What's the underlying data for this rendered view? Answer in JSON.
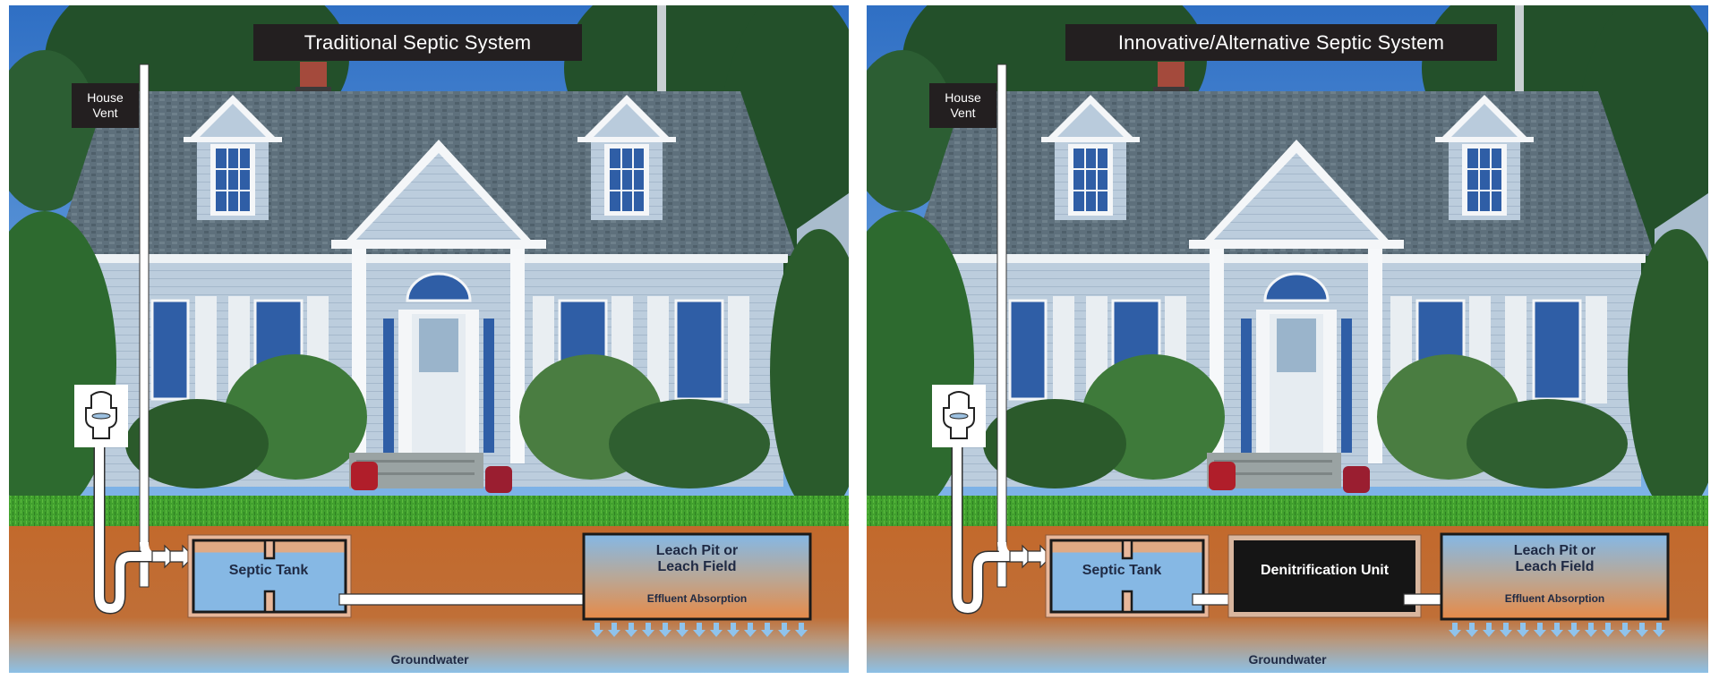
{
  "colors": {
    "sky": "#3b7fd0",
    "roof": "#5d6f7a",
    "siding": "#b9cbdc",
    "trim": "#f4f6f8",
    "grass": "#3f9a2d",
    "soil": "#c1692e",
    "groundwater": "#8fbde0",
    "tank_water": "#86b8e4",
    "tank_sludge": "#e0aa84",
    "label_dark": "#231f20",
    "denitrification_fill": "#151515"
  },
  "panels": [
    {
      "id": "traditional",
      "title": "Traditional Septic System",
      "vent_label": [
        "House",
        "Vent"
      ],
      "toilet_icon": "toilet-icon",
      "septic_tank_label": "Septic Tank",
      "leach_label": [
        "Leach Pit or",
        "Leach Field"
      ],
      "absorption_label": "Effluent Absorption",
      "groundwater_label": "Groundwater",
      "flow": [
        "House Vent",
        "Toilet",
        "Septic Tank",
        "Leach Pit or Leach Field",
        "Groundwater"
      ]
    },
    {
      "id": "innovative",
      "title": "Innovative/Alternative Septic System",
      "vent_label": [
        "House",
        "Vent"
      ],
      "toilet_icon": "toilet-icon",
      "septic_tank_label": "Septic Tank",
      "denitrification_label": "Denitrification Unit",
      "leach_label": [
        "Leach Pit or",
        "Leach Field"
      ],
      "absorption_label": "Effluent Absorption",
      "groundwater_label": "Groundwater",
      "flow": [
        "House Vent",
        "Toilet",
        "Septic Tank",
        "Denitrification Unit",
        "Leach Pit or Leach Field",
        "Groundwater"
      ]
    }
  ],
  "leach_arrow_count": 13
}
